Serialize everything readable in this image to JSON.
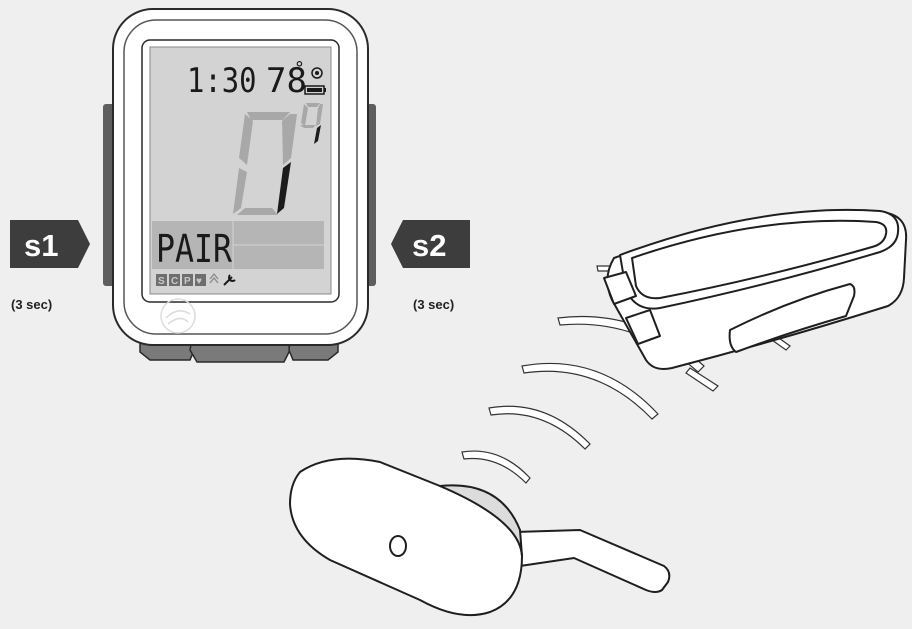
{
  "display": {
    "time": "1:30",
    "temperature": "78",
    "temp_unit": "°",
    "mode_text": "PAIR",
    "icons": [
      "S",
      "C",
      "P",
      "♥"
    ]
  },
  "buttons": {
    "s1": {
      "label": "s1",
      "hold": "(3 sec)"
    },
    "s2": {
      "label": "s2",
      "hold": "(3 sec)"
    }
  },
  "colors": {
    "background": "#efefef",
    "tag_fill": "#3d3d3d",
    "lcd": "#d3d3d3",
    "device_body": "#ffffff",
    "outline": "#2a2a2a"
  }
}
